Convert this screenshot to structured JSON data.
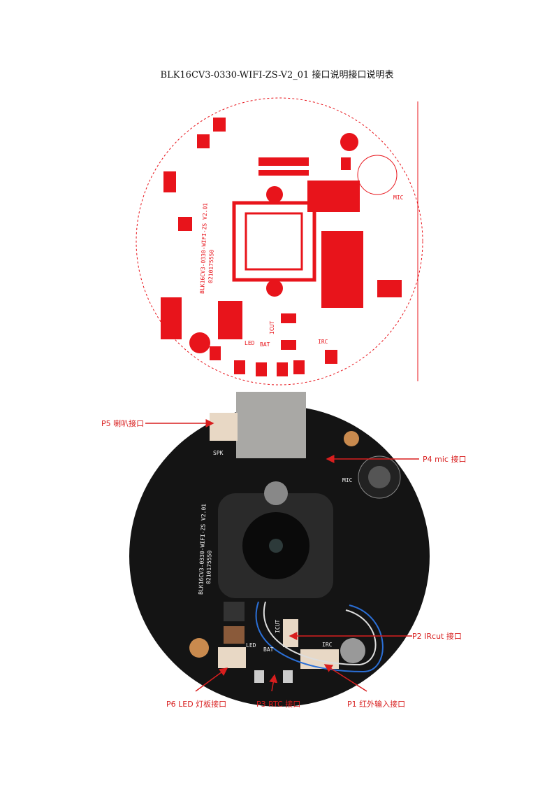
{
  "document": {
    "title": "BLK16CV3-0330-WIFI-ZS-V2_01 接口说明接口说明表"
  },
  "pcb_drawing": {
    "silk_text": [
      "BLK16CV3-0330-WIFI-ZS V2.01",
      "0210175550",
      "MIC",
      "IRC",
      "LED",
      "BAT",
      "ICUT"
    ],
    "color": "#e8141b"
  },
  "photo": {
    "board_color": "#141414",
    "silk_text": [
      "BLK16CV3-0330-WIFI-ZS V2.01",
      "0210175550",
      "SPK",
      "MIC",
      "LED",
      "BAT",
      "IRC",
      "ICUT"
    ]
  },
  "labels": [
    {
      "id": "P5",
      "text": "P5 喇叭接口"
    },
    {
      "id": "P4",
      "text": "P4 mic 接口"
    },
    {
      "id": "P2",
      "text": "P2 IRcut 接口"
    },
    {
      "id": "P6",
      "text": "P6 LED 灯板接口"
    },
    {
      "id": "P3",
      "text": "P3 RTC 接口"
    },
    {
      "id": "P1",
      "text": "P1 红外输入接口"
    }
  ],
  "arrow_color": "#d81e1e"
}
